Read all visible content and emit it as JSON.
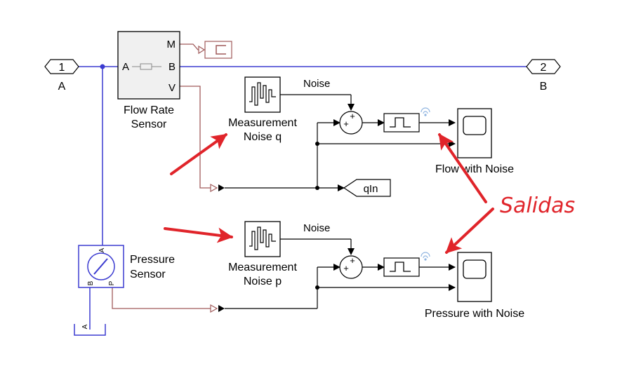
{
  "colors": {
    "physical_line": "#3b3bd0",
    "ps_line": "#a05a5a",
    "signal_line": "#000000",
    "annotation": "#e0242a",
    "block_fill": "#ffffff",
    "sensor_fill": "#f0f0f0"
  },
  "ports": {
    "in_number": "1",
    "in_label": "A",
    "out_number": "2",
    "out_label": "B"
  },
  "flow_sensor": {
    "title_line1": "Flow Rate",
    "title_line2": "Sensor",
    "port_a": "A",
    "port_b": "B",
    "port_m": "M",
    "port_v": "V"
  },
  "pressure_sensor": {
    "title_line1": "Pressure",
    "title_line2": "Sensor",
    "port_a": "A",
    "port_b": "B",
    "port_p": "P"
  },
  "ground_port": "A",
  "noise_q": {
    "title_line1": "Measurement",
    "title_line2": "Noise q",
    "signal_label": "Noise"
  },
  "noise_p": {
    "title_line1": "Measurement",
    "title_line2": "Noise p",
    "signal_label": "Noise"
  },
  "sum_signs": [
    "+",
    "+"
  ],
  "scope_flow": "Flow with Noise",
  "scope_pressure": "Pressure with Noise",
  "goto_tag": "qIn",
  "annotation_text": "Salidas"
}
